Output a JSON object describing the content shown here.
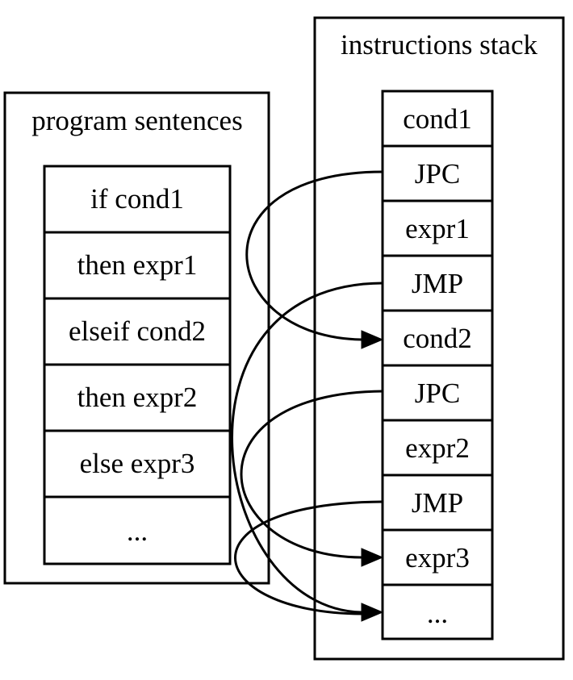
{
  "clusters": {
    "program": {
      "title": "program sentences",
      "cells": [
        "if cond1",
        "then expr1",
        "elseif cond2",
        "then expr2",
        "else expr3",
        "..."
      ]
    },
    "instructions": {
      "title": "instructions stack",
      "cells": [
        "cond1",
        "JPC",
        "expr1",
        "JMP",
        "cond2",
        "JPC",
        "expr2",
        "JMP",
        "expr3",
        "..."
      ]
    }
  },
  "edges": [
    {
      "from": "JPC",
      "to": "cond2"
    },
    {
      "from": "JMP",
      "to": "..."
    },
    {
      "from": "JPC",
      "to": "expr3"
    },
    {
      "from": "JMP",
      "to": "..."
    }
  ]
}
